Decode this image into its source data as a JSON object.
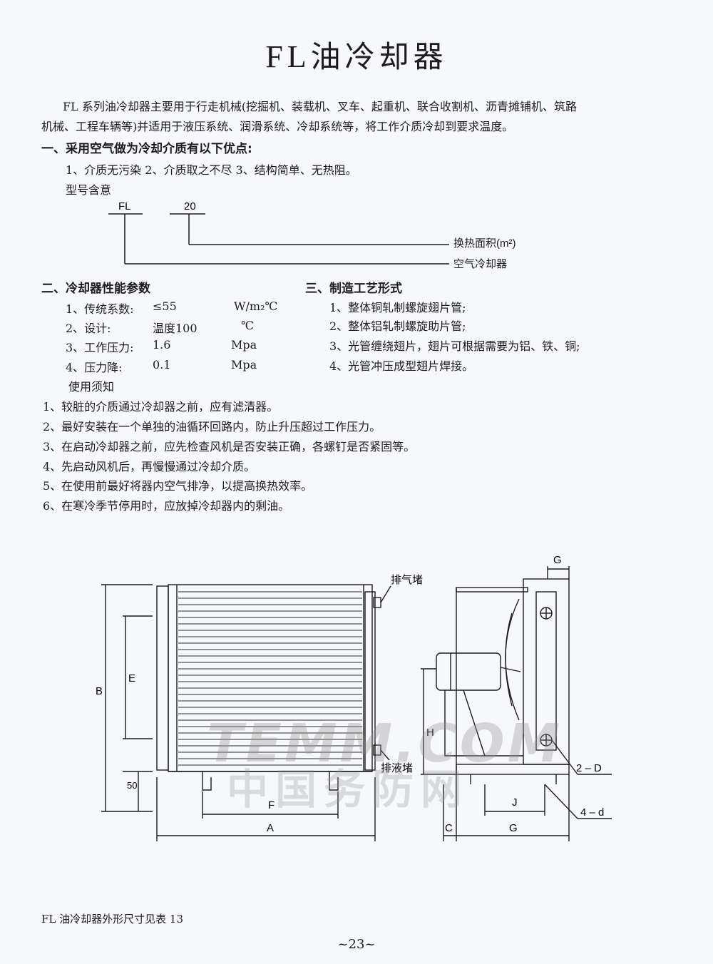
{
  "title": {
    "prefix": "FL",
    "main": "油冷却器"
  },
  "intro": {
    "line1": "FL 系列油冷却器主要用于行走机械(挖掘机、装载机、叉车、起重机、联合收割机、沥青摊铺机、筑路",
    "line2": "机械、工程车辆等)并适用于液压系统、润滑系统、冷却系统等，将工作介质冷却到要求温度。"
  },
  "section1": {
    "heading": "一、采用空气做为冷却介质有以下优点:",
    "advantages": "1、介质无污染   2、介质取之不尽   3、结构简单、无热阻。",
    "model_heading": "型号含意",
    "model_code_fl": "FL",
    "model_code_20": "20",
    "label_area": "换热面积(m²)",
    "label_air_cooler": "空气冷却器"
  },
  "section2": {
    "heading": "二、冷却器性能参数",
    "rows": [
      {
        "name": "1、传统系数:",
        "value": "≤55",
        "unit": "W/m₂℃"
      },
      {
        "name": "2、设计:",
        "value": "温度100",
        "unit": "℃"
      },
      {
        "name": "3、工作压力:",
        "value": "1.6",
        "unit": "Mpa"
      },
      {
        "name": "4、压力降:",
        "value": "0.1",
        "unit": "Mpa"
      }
    ]
  },
  "section3": {
    "heading": "三、制造工艺形式",
    "items": [
      "1、整体铜轧制螺旋翅片管;",
      "2、整体铝轧制螺旋助片管;",
      "3、光管缠绕翅片，翅片可根据需要为铝、铁、铜;",
      "4、光管冲压成型翅片焊接。"
    ]
  },
  "notes": {
    "heading": "使用须知",
    "items": [
      "1、较脏的介质通过冷却器之前，应有滤清器。",
      "2、最好安装在一个单独的油循环回路内，防止升压超过工作压力。",
      "3、在启动冷却器之前，应先检查风机是否安装正确，各螺钉是否紧固等。",
      "4、先启动风机后，再慢慢通过冷却介质。",
      "5、在使用前最好将器内空气排净，以提高换热效率。",
      "6、在寒冷季节停用时，应放掉冷却器内的剩油。"
    ]
  },
  "drawing": {
    "label_vent": "排气堵",
    "label_drain": "排液堵",
    "dim_a": "A",
    "dim_b": "B",
    "dim_e": "E",
    "dim_f": "F",
    "dim_50": "50",
    "dim_g_top": "G",
    "dim_g_bottom": "G",
    "dim_h": "H",
    "dim_j": "J",
    "dim_c": "C",
    "dim_2d": "2 – D",
    "dim_4d": "4 – d"
  },
  "watermark": {
    "line1": "TEMM.COM",
    "line2": "中国务防网"
  },
  "footer_note": "FL 油冷却器外形尺寸见表 13",
  "page_number": "~23~"
}
